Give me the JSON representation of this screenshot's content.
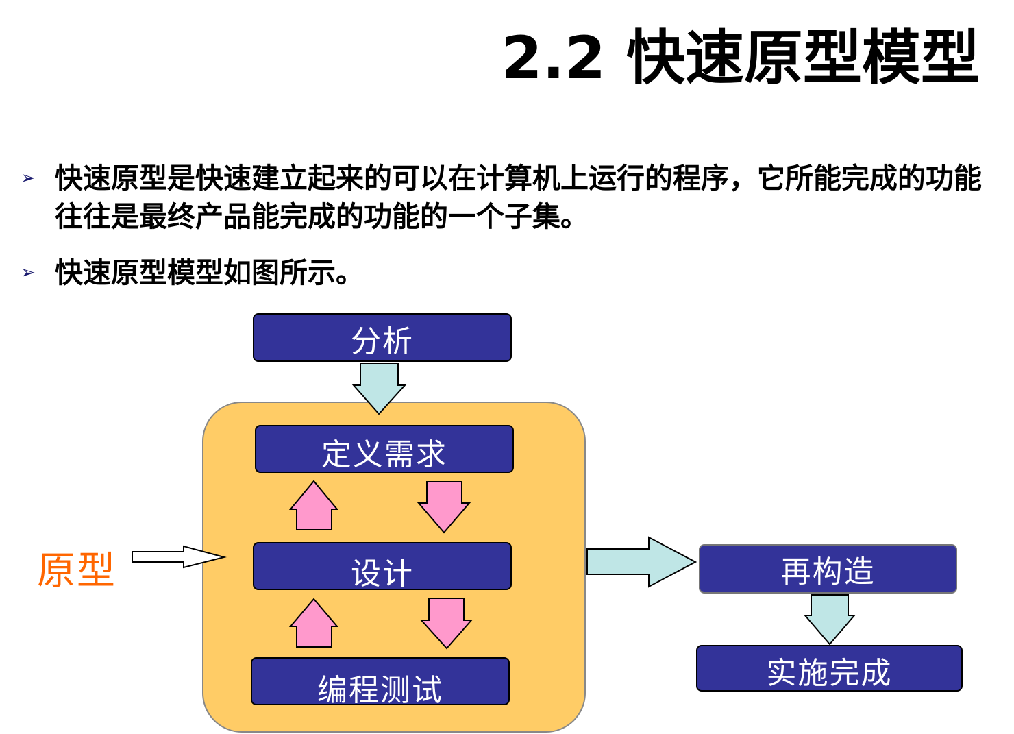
{
  "slide": {
    "title": "2.2 快速原型模型",
    "bullets": [
      {
        "marker": "➢",
        "text": "快速原型是快速建立起来的可以在计算机上运行的程序，它所能完成的功能往往是最终产品能完成的功能的一个子集。"
      },
      {
        "marker": "➢",
        "text": "快速原型模型如图所示。"
      }
    ]
  },
  "diagram": {
    "nodes": {
      "analysis": "分析",
      "define": "定义需求",
      "design": "设计",
      "code_test": "编程测试",
      "rebuild": "再构造",
      "deploy": "实施完成"
    },
    "prototype_label": "原型",
    "colors": {
      "box_fill": "#333399",
      "container_fill": "#ffcc66",
      "arrow_cyan": "#bfe6e6",
      "arrow_pink": "#ff99cc",
      "label_orange": "#ff6600"
    }
  }
}
